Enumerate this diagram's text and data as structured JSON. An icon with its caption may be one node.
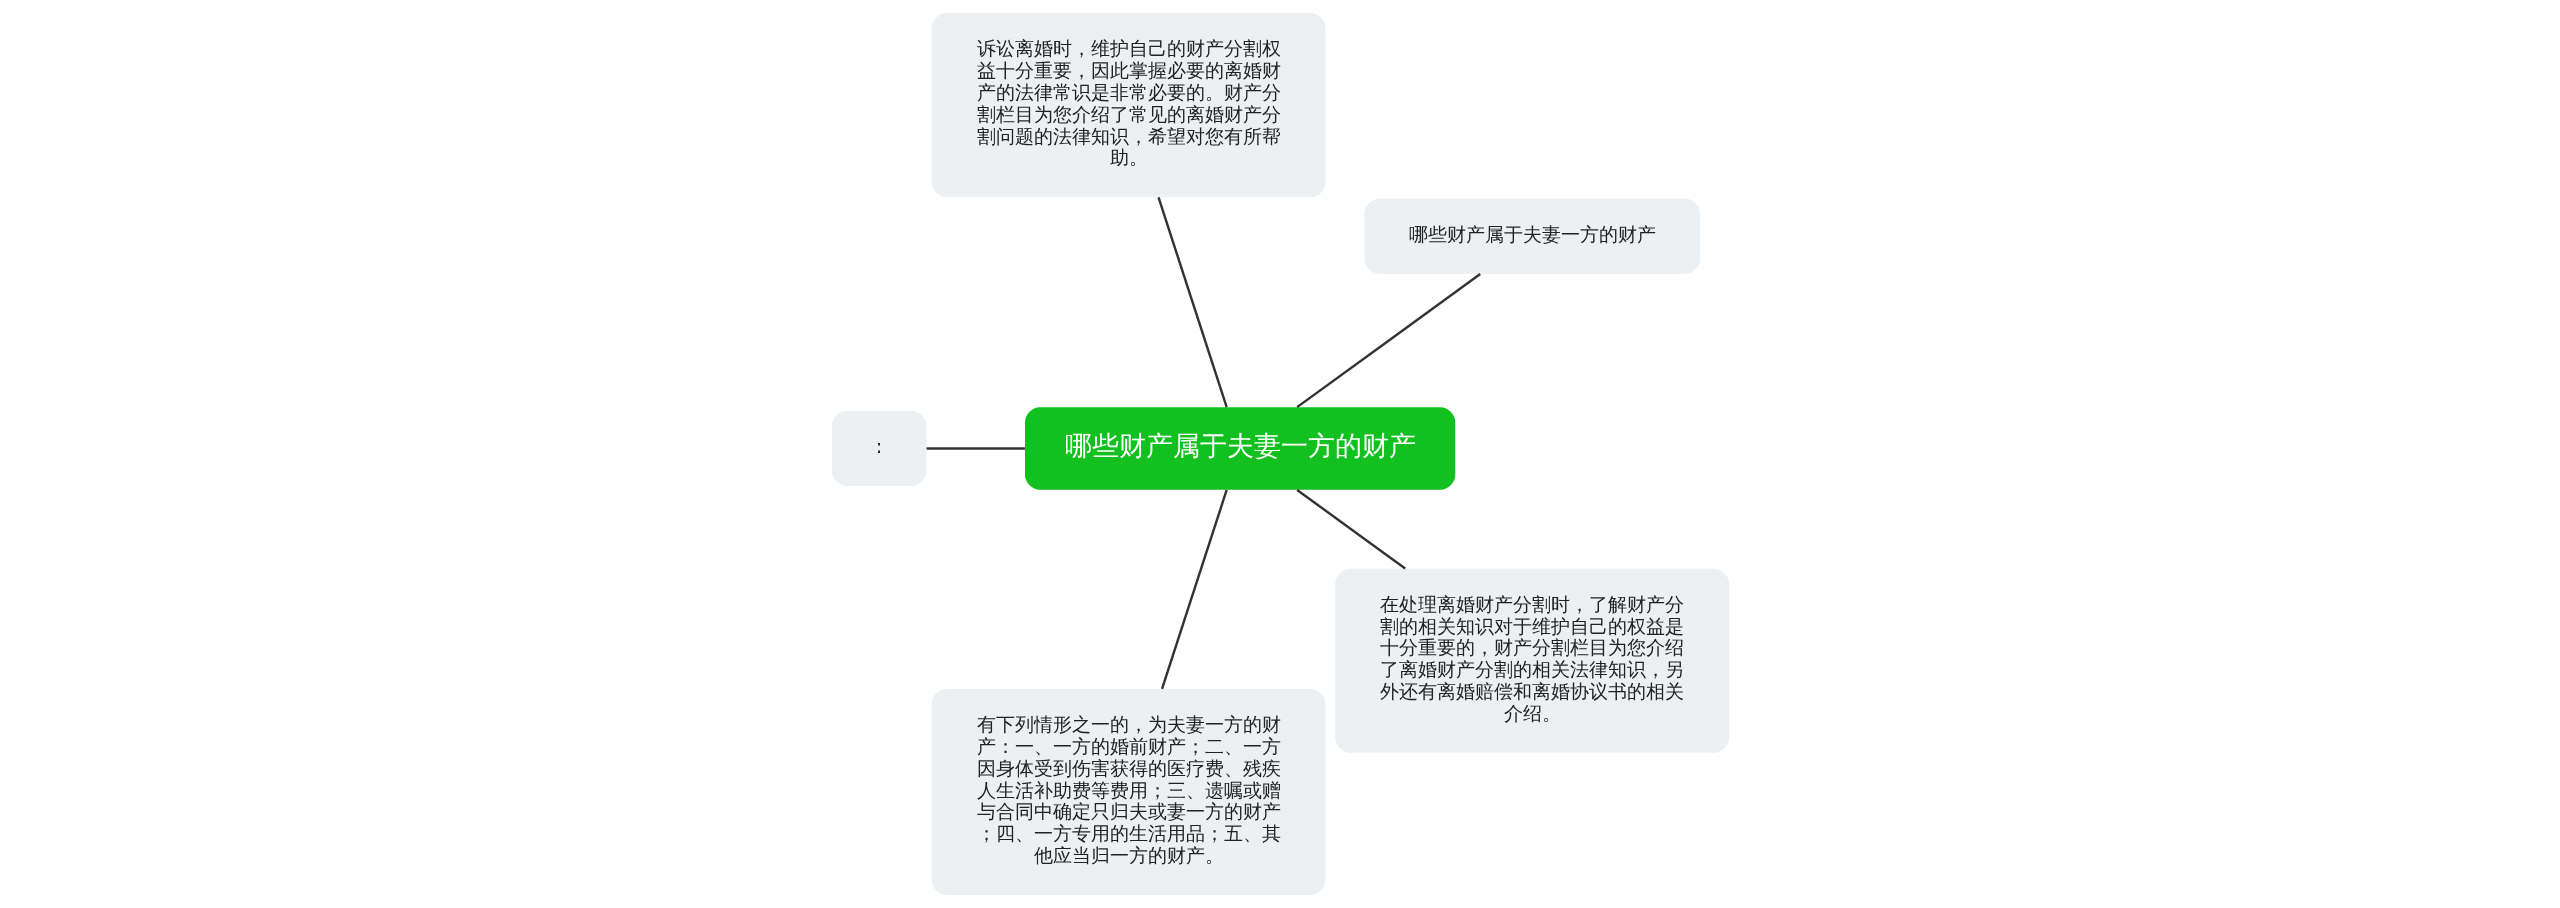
{
  "diagram": {
    "nodes": [
      {
        "text": [
          "哪些财产属于夫妻一方的财产"
        ]
      },
      {
        "text": [
          "哪些财产属于夫妻一方的财产"
        ]
      },
      {
        "text": [
          "诉讼离婚时，维护自己的财产分割权益十分重要，因此掌握必要的离婚财产的法律常识是非常必要的。财产分割栏目为您介绍了常见的离婚财产分割问题的法律知识，希望对您有所帮助。"
        ]
      },
      {
        "text": [
          ":"
        ]
      },
      {
        "text": [
          "有下列情形之一的，为夫妻一方的财产：一、一方的婚前财产；二、一方因身体受到伤害获得的医疗费、残疾人生活补助费等费用；三、遗嘱或赠与合同中确定只归夫或妻一方的财产；四、一方专用的生活用品；五、其他应当归一方的财产。"
        ]
      },
      {
        "text": [
          "在处理离婚财产分割时，了解财产分割的相关知识对于维护自己的权益是十分重要的，财产分割栏目为您介绍了离婚财产分割的相关法律知识，另外还有离婚赔偿和离婚协议书的相关介绍。"
        ]
      }
    ],
    "edges": [
      {
        "from": 0,
        "to": 1,
        "arrow": "none"
      },
      {
        "from": 0,
        "to": 2,
        "arrow": "none"
      },
      {
        "from": 0,
        "to": 3,
        "arrow": "none"
      },
      {
        "from": 0,
        "to": 4,
        "arrow": "none"
      },
      {
        "from": 0,
        "to": 5,
        "arrow": "none"
      }
    ]
  }
}
